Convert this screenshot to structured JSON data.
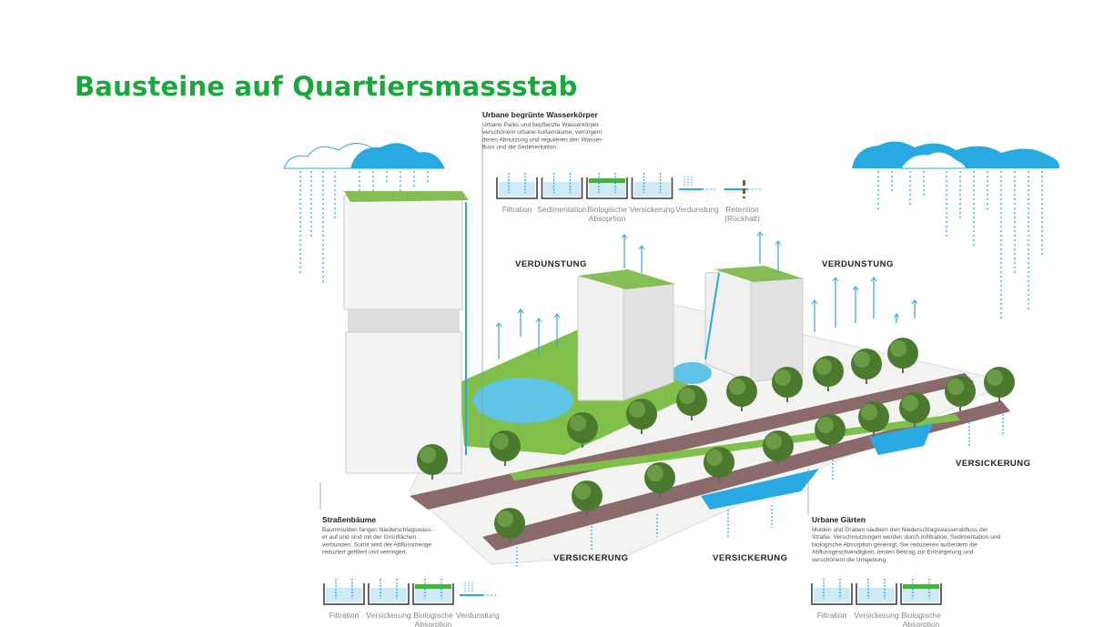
{
  "title": "Bausteine auf Quartiersmassstab",
  "wasserkoerper": {
    "heading": "Urbane begrünte Wasserkörper",
    "text": [
      "Urbane Parks und bepflanzte Wasserkörper",
      "verschönern urbane Außenräume, verringern",
      "deren Abnutzung und regulieren den Wasser-",
      "fluss und die Sedimentation."
    ],
    "icons": [
      {
        "name": "filtration",
        "label": [
          "Filtration"
        ]
      },
      {
        "name": "sedimentation",
        "label": [
          "Sedimentation"
        ]
      },
      {
        "name": "biologische-absorption",
        "label": [
          "Biologische",
          "Absoprtion"
        ]
      },
      {
        "name": "versickerung",
        "label": [
          "Versickerung"
        ]
      },
      {
        "name": "verdunstung",
        "label": [
          "Verdunstung"
        ]
      },
      {
        "name": "retention",
        "label": [
          "Retention",
          "(Rückhalt)"
        ]
      }
    ]
  },
  "strassenbaeume": {
    "heading": "Straßenbäume",
    "text": [
      "Baummulden fangen Niederschlagswass-",
      "er auf und sind mit der Grünflächen",
      "verbunden. Somit wird der Abflussmenge",
      "reduziert gefiltert und verringert."
    ],
    "icons": [
      {
        "name": "filtration",
        "label": [
          "Filtration"
        ]
      },
      {
        "name": "versickerung",
        "label": [
          "Versickerung"
        ]
      },
      {
        "name": "biologische-absorption",
        "label": [
          "Biologische",
          "Absorption"
        ]
      },
      {
        "name": "verdunstung",
        "label": [
          "Verdunstung"
        ]
      }
    ]
  },
  "gaerten": {
    "heading": "Urbane Gärten",
    "text": [
      "Mulden und Graben säubern den Niederschlagswasserabfluss der",
      "Straße. Verschmutzungen werden durch Infiltration, Sedimentation und",
      "biologische Absorption gereinigt. Sie reduzieren außerdem die",
      "Abflussgeschwindigkeit, leisten Beitrag zur Entsiegelung und",
      "verschönern die Umgebung."
    ],
    "icons": [
      {
        "name": "filtration",
        "label": [
          "Filtration"
        ]
      },
      {
        "name": "versickerung",
        "label": [
          "Versickerung"
        ]
      },
      {
        "name": "biologische-absorption",
        "label": [
          "Biologische",
          "Absorption"
        ]
      }
    ]
  },
  "labels": {
    "verdunstung_left": "VERDUNSTUNG",
    "verdunstung_right": "VERDUNSTUNG",
    "versickerung_right": "VERSICKERUNG",
    "versickerung_bottom_left": "VERSICKERUNG",
    "versickerung_bottom_mid": "VERSICKERUNG"
  },
  "colors": {
    "title": "#1aa83c",
    "water": "#2aa8e0",
    "green": "#6fb23f",
    "road": "#8a6a6a"
  }
}
